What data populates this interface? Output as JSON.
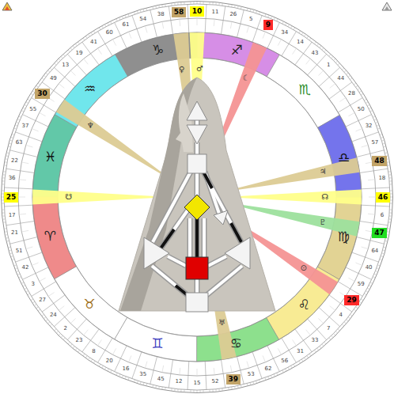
{
  "diagram": {
    "nodes": [
      {
        "text": [
          "58"
        ]
      },
      {
        "text": [
          "10"
        ]
      },
      {
        "text": [
          "9"
        ]
      },
      {
        "text": [
          "30"
        ]
      },
      {
        "text": [
          "48"
        ]
      },
      {
        "text": [
          "25"
        ]
      },
      {
        "text": [
          "46"
        ]
      },
      {
        "text": [
          "47"
        ]
      },
      {
        "text": [
          "29"
        ]
      },
      {
        "text": [
          "39"
        ]
      }
    ],
    "labels": [
      "11",
      "26",
      "5",
      "34",
      "14",
      "43",
      "1",
      "44",
      "28",
      "50",
      "32",
      "57",
      "18",
      "6",
      "64",
      "40",
      "59",
      "4",
      "7",
      "33",
      "31",
      "56",
      "62",
      "53",
      "52",
      "15",
      "12",
      "45",
      "35",
      "16",
      "20",
      "8",
      "23",
      "2",
      "24",
      "27",
      "3",
      "42",
      "51",
      "21",
      "17",
      "36",
      "22",
      "63",
      "37",
      "55",
      "49",
      "13",
      "19",
      "41",
      "60",
      "61",
      "54",
      "38",
      "♑",
      "♐",
      "♏",
      "♎",
      "♍",
      "♌",
      "♋",
      "♊",
      "♉",
      "♈",
      "♓",
      "♒",
      "♀",
      "♂",
      "☾",
      "♆",
      "♃",
      "☋",
      "☊",
      "♇",
      "⊙",
      "♅"
    ]
  }
}
